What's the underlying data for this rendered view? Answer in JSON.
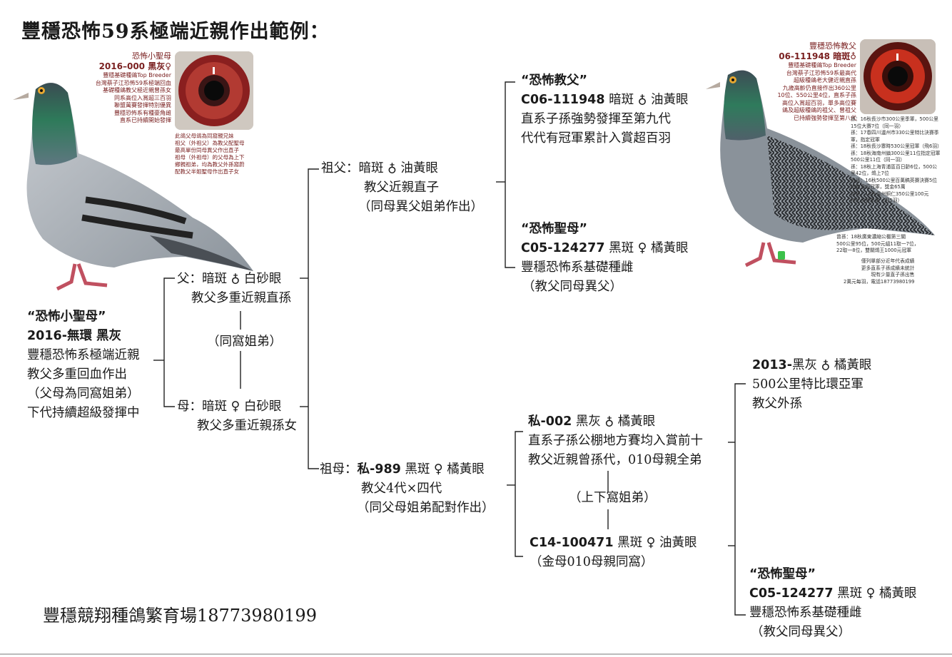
{
  "title": "豐穩恐怖59系極端近親作出範例：",
  "footer": "豐穩競翔種鴿繁育場18773980199",
  "subject": {
    "name": "“恐怖小聖母”",
    "id": "2016-無環 黑灰",
    "lines": [
      "豐穩恐怖系極端近親",
      "教父多重回血作出",
      "（父母為同窩姐弟）",
      "下代持續超級發揮中"
    ]
  },
  "subject_card": {
    "header": "恐怖小聖母",
    "id": "2016–000 黑灰♀",
    "lines": [
      "豐穩基礎種鴿Top Breeder",
      "台灣蔡子江恐怖59系極端回血",
      "基礎種鴿教父極近親曾孫女",
      "同系高位入賞超三百羽",
      "聯盟萬賽發揮特別優異",
      "豐穩恐怖系有種豪角雌",
      "直系已持續開始發揮"
    ],
    "notes": [
      "此鴿父母鴿為同窩親兄妹",
      "祖父（外祖父）為教父配聖母",
      "最高單份同母異父作出直子",
      "祖母（外祖母）的父母為上下",
      "鄉親祖弟，均為教父外孫窩蔚",
      "配教父半姐聖母作出直子女"
    ]
  },
  "sire": {
    "line1": "父：暗斑 ♁ 白砂眼",
    "line2": "教父多重近親直孫"
  },
  "dam": {
    "line1": "母：暗斑 ♀ 白砂眼",
    "line2": "教父多重近親孫女"
  },
  "sibling_note": "（同窩姐弟）",
  "grandsire": {
    "line1": "祖父：暗斑 ♁ 油黃眼",
    "line2": "教父近親直子",
    "line3": "（同母異父姐弟作出）"
  },
  "granddam": {
    "label": "祖母：",
    "id": "私-989",
    "rest": " 黑斑 ♀ 橘黃眼",
    "line2": "教父4代×四代",
    "line3": "（同父母姐弟配對作出）"
  },
  "gf_sire": {
    "name": "“恐怖教父”",
    "id": "C06-111948",
    "rest": " 暗斑 ♁ 油黃眼",
    "line2": "直系子孫強勢發揮至第九代",
    "line3": "代代有冠軍累計入賞超百羽"
  },
  "gf_dam": {
    "name": "“恐怖聖母”",
    "id": "C05-124277",
    "rest": " 黑斑 ♀ 橘黃眼",
    "line2": "豐穩恐怖系基礎種雌",
    "line3": "（教父同母異父）"
  },
  "gd_sire": {
    "id": "私-002",
    "rest": " 黑灰 ♁ 橘黃眼",
    "line2": "直系子孫公棚地方賽均入賞前十",
    "line3": "教父近親曾孫代，010母親全弟"
  },
  "gd_note": "（上下窩姐弟）",
  "gd_dam": {
    "id": "C14-100471",
    "rest": " 黑斑 ♀ 油黃眼",
    "line2": "（金母010母親同窩）"
  },
  "ggs": {
    "id": "2013-",
    "rest": "黑灰 ♁ 橘黃眼",
    "line2": "500公里特比環亞軍",
    "line3": "教父外孫"
  },
  "ggd": {
    "name": "“恐怖聖母”",
    "id": "C05-124277",
    "rest": " 黑斑 ♀ 橘黃眼",
    "line2": "豐穩恐怖系基礎種雌",
    "line3": "（教父同母異父）"
  },
  "godfather_card": {
    "header": "豐穩恐怖教父",
    "id": "06-111948 暗斑♁",
    "lines": [
      "豐穩基礎種鴿Top Breeder",
      "台灣蔡子江恐怖59系最高代",
      "超級種鴿老大健近親直孫",
      "九歲高齡仍直接作出360公里",
      "10位、550公里4位，直系子孫",
      "高位入賞超百羽，單多高位賽",
      "鴿及超級種鴿的祖父、曾祖父",
      "已持續強勢發揮至第八代"
    ],
    "records": [
      "孫：16秋長沙市300公里季軍，500公里",
      "15位大賽7位（同一羽）",
      "孫：17春四川瀘州市330公里特比決賽季",
      "軍，指定冠軍",
      "孫：18秋長沙寨時530公里冠軍（飛6羽）",
      "孫：18秋海南州鎮300公里11位指定冠軍",
      "500公里11位（同一羽）",
      "孫：18秋上海青浦區百日齡6位，500公",
      "里42位，鴿上7位",
      "曾孫：16秋500公里百萬稿英賽決賽5位",
      "指定多項冠軍，獎金65萬",
      "曾孫：18秋貴州銅仁350公里100元",
      "特比決賽季軍（飛5羽）"
    ],
    "records2": [
      "曾孫：18秋廣東濃縮公棚第三關",
      "500公里95位，500元組11取一7位，",
      "22取一8位，雙關鴿王1000元冠軍"
    ],
    "records3": [
      "僅列單部分近年代表成績",
      "更多直系子孫成績未統計",
      "現有少量直子孫出售",
      "2萬元每羽，電話18773980199"
    ]
  }
}
